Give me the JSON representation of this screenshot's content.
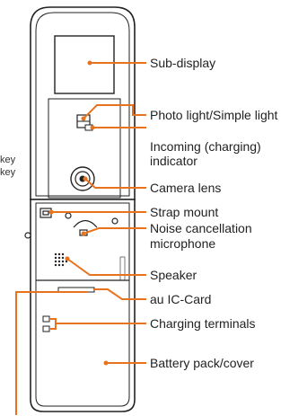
{
  "diagram": {
    "accent_color": "#e8731f",
    "outline_color": "#222222",
    "labels": {
      "sub_display": "Sub-display",
      "photo_light": "Photo light/Simple light",
      "incoming_line1": "Incoming (charging)",
      "incoming_line2": "indicator",
      "camera_lens": "Camera lens",
      "strap_mount": "Strap mount",
      "noise_line1": "Noise cancellation",
      "noise_line2": "microphone",
      "speaker": "Speaker",
      "au_ic_card": "au IC-Card",
      "charging_terminals": "Charging terminals",
      "battery_pack": "Battery pack/cover"
    },
    "cut_off_left_text": [
      "key",
      "key"
    ]
  }
}
